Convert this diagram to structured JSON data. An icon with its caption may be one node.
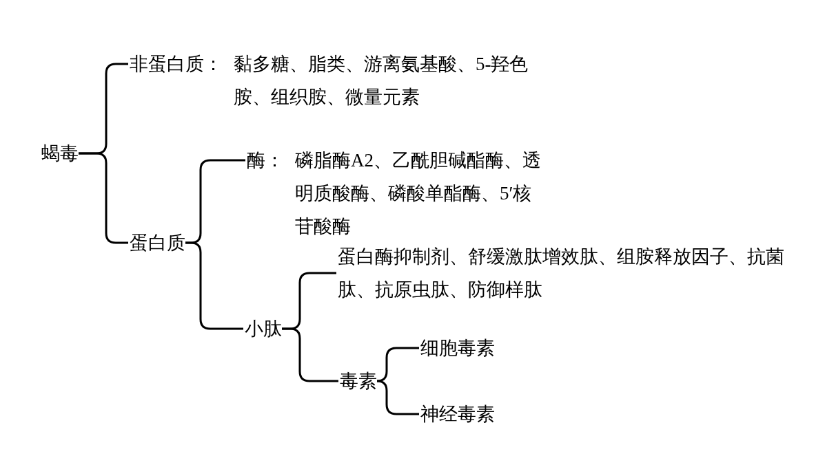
{
  "diagram": {
    "nodes": [
      {
        "text": [
          "蝎毒"
        ]
      },
      {
        "text": [
          "非蛋白质：",
          "黏多糖、脂类、游离氨基酸、5-羟色胺、组织胺、微量元素"
        ]
      },
      {
        "text": [
          "蛋白质"
        ]
      },
      {
        "text": [
          "酶：",
          "磷脂酶A2、乙酰胆碱酯酶、透明质酸酶、磷酸单酯酶、5′核苷酸酶"
        ]
      },
      {
        "text": [
          "小肽"
        ]
      },
      {
        "text": [
          "蛋白酶抑制剂、舒缓激肽增效肽、组胺释放因子、抗菌肽、抗原虫肽、防御样肽"
        ]
      },
      {
        "text": [
          "毒素"
        ]
      },
      {
        "text": [
          "细胞毒素"
        ]
      },
      {
        "text": [
          "神经毒素"
        ]
      }
    ],
    "edges": [
      {
        "from": 0,
        "to": 1,
        "arrow": "none"
      },
      {
        "from": 0,
        "to": 2,
        "arrow": "none"
      },
      {
        "from": 2,
        "to": 3,
        "arrow": "none"
      },
      {
        "from": 2,
        "to": 4,
        "arrow": "none"
      },
      {
        "from": 4,
        "to": 5,
        "arrow": "none"
      },
      {
        "from": 4,
        "to": 6,
        "arrow": "none"
      },
      {
        "from": 6,
        "to": 7,
        "arrow": "none"
      },
      {
        "from": 6,
        "to": 8,
        "arrow": "none"
      }
    ]
  }
}
